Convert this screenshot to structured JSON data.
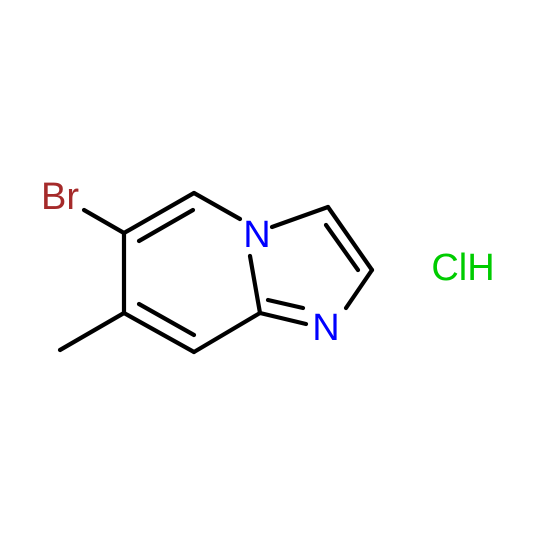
{
  "atoms": {
    "br": {
      "label": "Br",
      "color": "#a52a2a"
    },
    "n1": {
      "label": "N",
      "color": "#0000ff"
    },
    "n2": {
      "label": "N",
      "color": "#0000ff"
    },
    "hcl": {
      "label": "ClH",
      "color": "#00cc00"
    }
  },
  "bond_color": "#000000"
}
